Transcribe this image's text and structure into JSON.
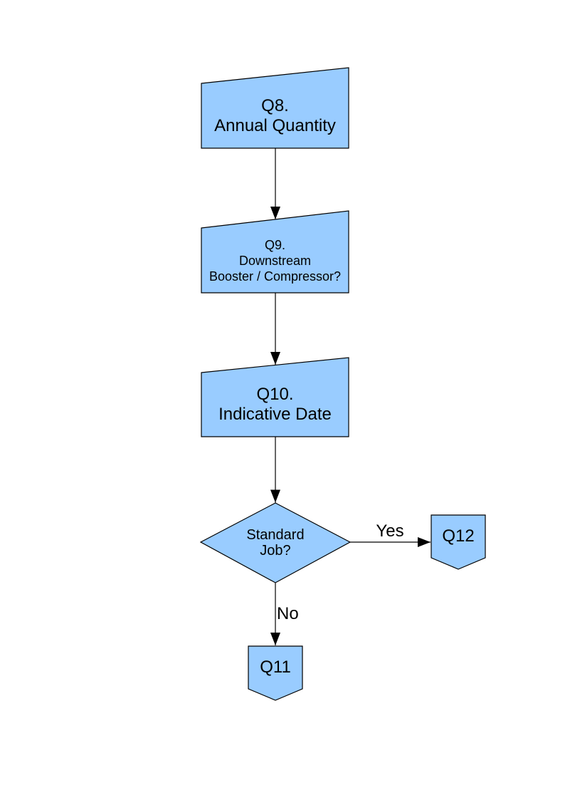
{
  "page": {
    "background_color": "#FFFFFF"
  },
  "diagram": {
    "style": {
      "node_fill": "#99CCFF",
      "node_stroke": "#000000",
      "connector_color": "#000000",
      "text_color": "#000000"
    },
    "nodes": [
      {
        "id": "Q8",
        "shape": "manual-input",
        "label": "Q8.\nAnnual Quantity"
      },
      {
        "id": "Q9",
        "shape": "manual-input",
        "label": "Q9.\nDownstream\nBooster / Compressor?"
      },
      {
        "id": "Q10",
        "shape": "manual-input",
        "label": "Q10.\nIndicative Date"
      },
      {
        "id": "StandardJob",
        "shape": "decision",
        "label": "Standard\nJob?"
      },
      {
        "id": "Q12",
        "shape": "off-page-connector",
        "label": "Q12"
      },
      {
        "id": "Q11",
        "shape": "off-page-connector",
        "label": "Q11"
      }
    ],
    "edges": [
      {
        "from": "Q8",
        "to": "Q9",
        "label": ""
      },
      {
        "from": "Q9",
        "to": "Q10",
        "label": ""
      },
      {
        "from": "Q10",
        "to": "StandardJob",
        "label": ""
      },
      {
        "from": "StandardJob",
        "to": "Q12",
        "label": "Yes"
      },
      {
        "from": "StandardJob",
        "to": "Q11",
        "label": "No"
      }
    ]
  }
}
